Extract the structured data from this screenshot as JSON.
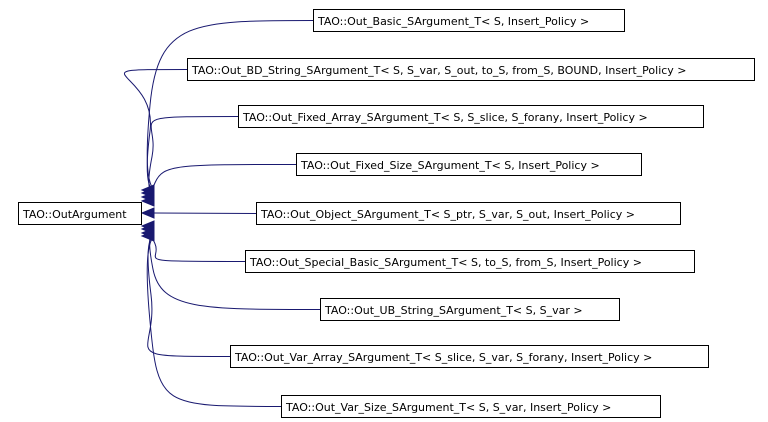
{
  "diagram": {
    "base": {
      "label": "TAO::OutArgument"
    },
    "derived": [
      {
        "label": "TAO::Out_Basic_SArgument_T< S, Insert_Policy >"
      },
      {
        "label": "TAO::Out_BD_String_SArgument_T< S, S_var, S_out, to_S, from_S, BOUND, Insert_Policy >"
      },
      {
        "label": "TAO::Out_Fixed_Array_SArgument_T< S, S_slice, S_forany, Insert_Policy >"
      },
      {
        "label": "TAO::Out_Fixed_Size_SArgument_T< S, Insert_Policy >"
      },
      {
        "label": "TAO::Out_Object_SArgument_T< S_ptr, S_var, S_out, Insert_Policy >"
      },
      {
        "label": "TAO::Out_Special_Basic_SArgument_T< S, to_S, from_S, Insert_Policy >"
      },
      {
        "label": "TAO::Out_UB_String_SArgument_T< S, S_var >"
      },
      {
        "label": "TAO::Out_Var_Array_SArgument_T< S_slice, S_var, S_forany, Insert_Policy >"
      },
      {
        "label": "TAO::Out_Var_Size_SArgument_T< S, S_var, Insert_Policy >"
      }
    ],
    "colors": {
      "edge": "#191970",
      "box_border": "#000000",
      "background": "#ffffff"
    }
  }
}
